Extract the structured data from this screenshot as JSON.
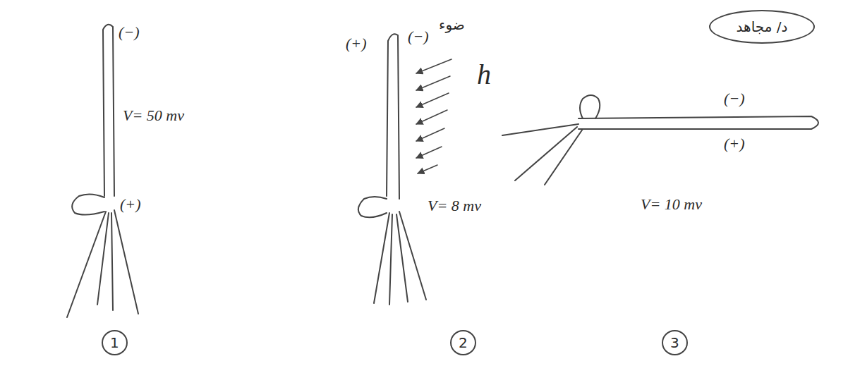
{
  "diagram": {
    "nodes": [
      {
        "text": [
          "د/ مجاهد"
        ]
      },
      {
        "text": [
          "1"
        ]
      },
      {
        "text": [
          "2"
        ]
      },
      {
        "text": [
          "3"
        ]
      }
    ],
    "labels": [
      "(−)",
      "V= 50 mv",
      "(+)",
      "(+)",
      "(−)",
      "ضوء",
      "h",
      "V= 8 mv",
      "(−)",
      "(+)",
      "V= 10 mv"
    ]
  }
}
